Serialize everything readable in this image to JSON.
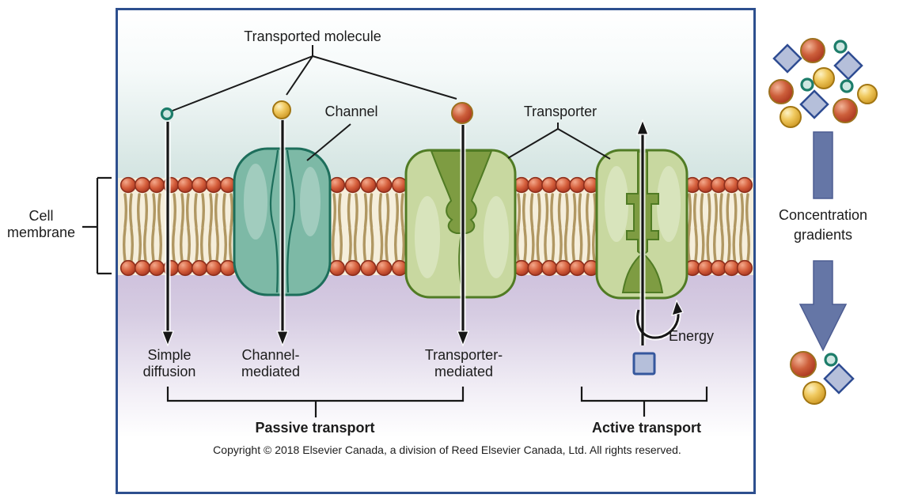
{
  "figure": {
    "transported_molecule_label": "Transported molecule",
    "channel_label": "Channel",
    "transporter_label": "Transporter",
    "cell_membrane": {
      "line1": "Cell",
      "line2": "membrane"
    },
    "mechanisms": [
      {
        "id": "simple-diffusion",
        "line1": "Simple",
        "line2": "diffusion"
      },
      {
        "id": "channel-mediated",
        "line1": "Channel-",
        "line2": "mediated"
      },
      {
        "id": "transporter-mediated",
        "line1": "Transporter-",
        "line2": "mediated"
      }
    ],
    "energy_label": "Energy",
    "passive_transport_label": "Passive transport",
    "active_transport_label": "Active transport",
    "copyright": "Copyright © 2018 Elsevier Canada, a division of Reed Elsevier Canada, Ltd. All rights reserved.",
    "concentration_gradients": {
      "line1": "Concentration",
      "line2": "gradients"
    }
  },
  "icons": {
    "small-teal-molecule": "small circle, teal ring",
    "yellow-molecule": "medium gold sphere",
    "red-molecule": "large red-brown sphere",
    "blue-square-molecule": "periwinkle square / diamond",
    "phospholipid": "red head with two tan tails",
    "channel-protein": "teal pore protein",
    "transporter-protein": "olive-green carrier protein",
    "pump-protein": "olive-green active pump",
    "down-arrow": "passive transport direction",
    "up-arrow": "active transport direction",
    "energy-arrow": "curved energy input arrow",
    "gradient-arrow": "large slate-blue concentration arrow"
  },
  "colors": {
    "box_border": "#2d4f8e",
    "extracellular_bg": "#d5e5e2",
    "intracellular_bg": "#cfc2dd",
    "membrane_band": "#f5eedb",
    "lipid_head": "#c94b35",
    "lipid_tail": "#b09762",
    "channel_protein": "#7db9a6",
    "channel_outline": "#1d6e5b",
    "transporter_protein": "#c8d8a0",
    "transporter_outline": "#507b24",
    "transporter_dark": "#7e9c42",
    "arrow": "#161616",
    "gradient_arrow": "#6576a6",
    "blue_square": "#b5bfda",
    "blue_square_outline": "#2e4c92",
    "red_sphere_ring": "#9c701e",
    "yellow_sphere_ring": "#a27612",
    "teal_dot_ring": "#1d7d6a"
  }
}
